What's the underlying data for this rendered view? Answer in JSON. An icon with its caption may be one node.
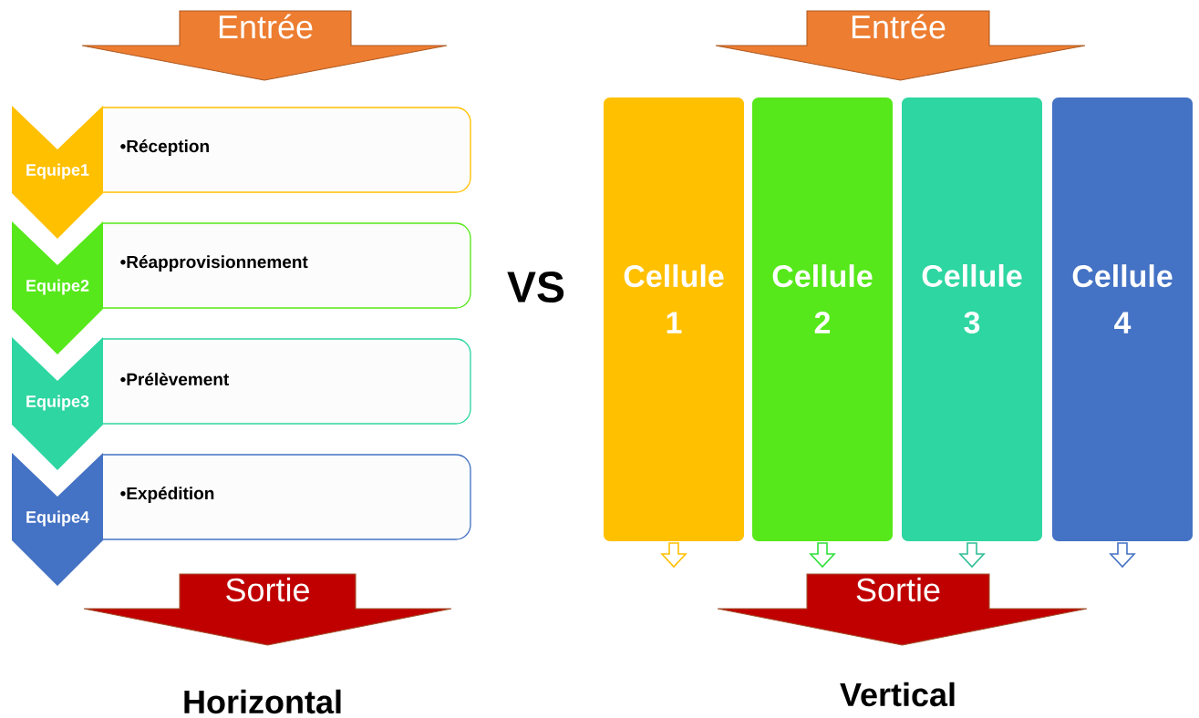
{
  "diagram": {
    "nodes": [
      {
        "text": [
          "Entrée"
        ]
      },
      {
        "text": [
          "Equipe1"
        ]
      },
      {
        "text": [
          "•Réception"
        ]
      },
      {
        "text": [
          "Equipe2"
        ]
      },
      {
        "text": [
          "•Réapprovisionnement"
        ]
      },
      {
        "text": [
          "Equipe3"
        ]
      },
      {
        "text": [
          "•Prélèvement"
        ]
      },
      {
        "text": [
          "Equipe4"
        ]
      },
      {
        "text": [
          "•Expédition"
        ]
      },
      {
        "text": [
          "Sortie"
        ]
      },
      {
        "text": [
          "Entrée"
        ]
      },
      {
        "text": [
          "Cellule 1"
        ]
      },
      {
        "text": [
          "Cellule 2"
        ]
      },
      {
        "text": [
          "Cellule 3"
        ]
      },
      {
        "text": [
          "Cellule 4"
        ]
      },
      {
        "text": [
          "Sortie"
        ]
      }
    ],
    "edges": [
      {
        "from": 11,
        "to": null,
        "arrow": "to",
        "color": "#ffc000"
      },
      {
        "from": 12,
        "to": null,
        "arrow": "to",
        "color": "#2ee03a"
      },
      {
        "from": 13,
        "to": null,
        "arrow": "to",
        "color": "#2ebf96"
      },
      {
        "from": 14,
        "to": null,
        "arrow": "to",
        "color": "#4472c4"
      }
    ],
    "labels": [
      "VS",
      "Horizontal",
      "Vertical"
    ]
  }
}
